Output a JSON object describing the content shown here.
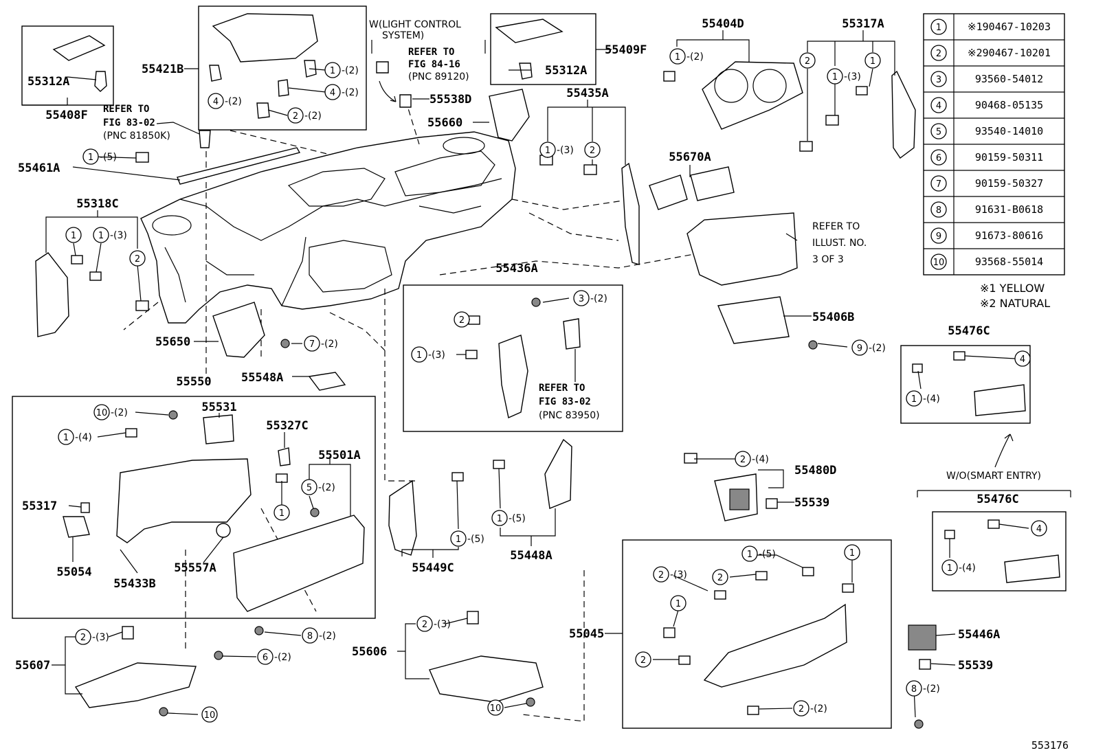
{
  "diagram_id": "553176",
  "part_numbers": {
    "p55312A_a": "55312A",
    "p55408F": "55408F",
    "p55421B": "55421B",
    "p55312A_b": "55312A",
    "p55409F": "55409F",
    "p55538D": "55538D",
    "p55660": "55660",
    "p55404D": "55404D",
    "p55317A": "55317A",
    "p55435A": "55435A",
    "p55461A": "55461A",
    "p55318C": "55318C",
    "p55670A": "55670A",
    "p55650": "55650",
    "p55436A": "55436A",
    "p55406B": "55406B",
    "p55476C_a": "55476C",
    "p55548A": "55548A",
    "p55550": "55550",
    "p55531": "55531",
    "p55327C": "55327C",
    "p55501A": "55501A",
    "p55317": "55317",
    "p55054": "55054",
    "p55433B": "55433B",
    "p55557A": "55557A",
    "p55449C": "55449C",
    "p55448A": "55448A",
    "p55480D": "55480D",
    "p55539_a": "55539",
    "p55476C_b": "55476C",
    "p55045": "55045",
    "p55606": "55606",
    "p55607": "55607",
    "p55446A": "55446A",
    "p55539_b": "55539"
  },
  "references": {
    "light_control": [
      "W(LIGHT CONTROL",
      "SYSTEM)"
    ],
    "refer_84_16": [
      "REFER TO",
      "FIG 84-16",
      "(PNC 89120)"
    ],
    "refer_83_02_a": [
      "REFER TO",
      "FIG 83-02",
      "(PNC 81850K)"
    ],
    "refer_83_02_b": [
      "REFER TO",
      "FIG 83-02",
      "(PNC 83950)"
    ],
    "refer_illust": [
      "REFER TO",
      "ILLUST. NO.",
      "3 OF 3"
    ],
    "wo_smart_entry": "W/O(SMART ENTRY)"
  },
  "parts_table": [
    {
      "num": "1",
      "mark": "※1",
      "part": "90467-10203"
    },
    {
      "num": "2",
      "mark": "※2",
      "part": "90467-10201"
    },
    {
      "num": "3",
      "mark": "",
      "part": "93560-54012"
    },
    {
      "num": "4",
      "mark": "",
      "part": "90468-05135"
    },
    {
      "num": "5",
      "mark": "",
      "part": "93540-14010"
    },
    {
      "num": "6",
      "mark": "",
      "part": "90159-50311"
    },
    {
      "num": "7",
      "mark": "",
      "part": "90159-50327"
    },
    {
      "num": "8",
      "mark": "",
      "part": "91631-B0618"
    },
    {
      "num": "9",
      "mark": "",
      "part": "91673-80616"
    },
    {
      "num": "10",
      "mark": "",
      "part": "93568-55014"
    }
  ],
  "notes": [
    "※1 YELLOW",
    "※2 NATURAL"
  ],
  "callouts": [
    {
      "n": "1",
      "q": "-(2)"
    },
    {
      "n": "4",
      "q": "-(2)"
    },
    {
      "n": "4",
      "q": "-(2)"
    },
    {
      "n": "2",
      "q": "-(2)"
    },
    {
      "n": "1",
      "q": "-(2)"
    },
    {
      "n": "2",
      "q": ""
    },
    {
      "n": "1",
      "q": "-(3)"
    },
    {
      "n": "1",
      "q": ""
    },
    {
      "n": "1",
      "q": "-(3)"
    },
    {
      "n": "2",
      "q": ""
    },
    {
      "n": "1",
      "q": "-(5)"
    },
    {
      "n": "1",
      "q": ""
    },
    {
      "n": "1",
      "q": "-(3)"
    },
    {
      "n": "2",
      "q": ""
    },
    {
      "n": "3",
      "q": "-(2)"
    },
    {
      "n": "2",
      "q": ""
    },
    {
      "n": "1",
      "q": "-(3)"
    },
    {
      "n": "7",
      "q": "-(2)"
    },
    {
      "n": "9",
      "q": "-(2)"
    },
    {
      "n": "4",
      "q": ""
    },
    {
      "n": "1",
      "q": "-(4)"
    },
    {
      "n": "10",
      "q": "-(2)"
    },
    {
      "n": "1",
      "q": "-(4)"
    },
    {
      "n": "5",
      "q": "-(2)"
    },
    {
      "n": "1",
      "q": ""
    },
    {
      "n": "1",
      "q": "-(5)"
    },
    {
      "n": "1",
      "q": "-(5)"
    },
    {
      "n": "2",
      "q": "-(4)"
    },
    {
      "n": "4",
      "q": ""
    },
    {
      "n": "1",
      "q": "-(4)"
    },
    {
      "n": "1",
      "q": "-(5)"
    },
    {
      "n": "1",
      "q": ""
    },
    {
      "n": "2",
      "q": "-(3)"
    },
    {
      "n": "2",
      "q": ""
    },
    {
      "n": "1",
      "q": ""
    },
    {
      "n": "2",
      "q": ""
    },
    {
      "n": "2",
      "q": "-(2)"
    },
    {
      "n": "8",
      "q": "-(2)"
    },
    {
      "n": "6",
      "q": "-(2)"
    },
    {
      "n": "2",
      "q": "-(3)"
    },
    {
      "n": "10",
      "q": ""
    },
    {
      "n": "2",
      "q": "-(3)"
    },
    {
      "n": "10",
      "q": ""
    },
    {
      "n": "8",
      "q": "-(2)"
    }
  ]
}
